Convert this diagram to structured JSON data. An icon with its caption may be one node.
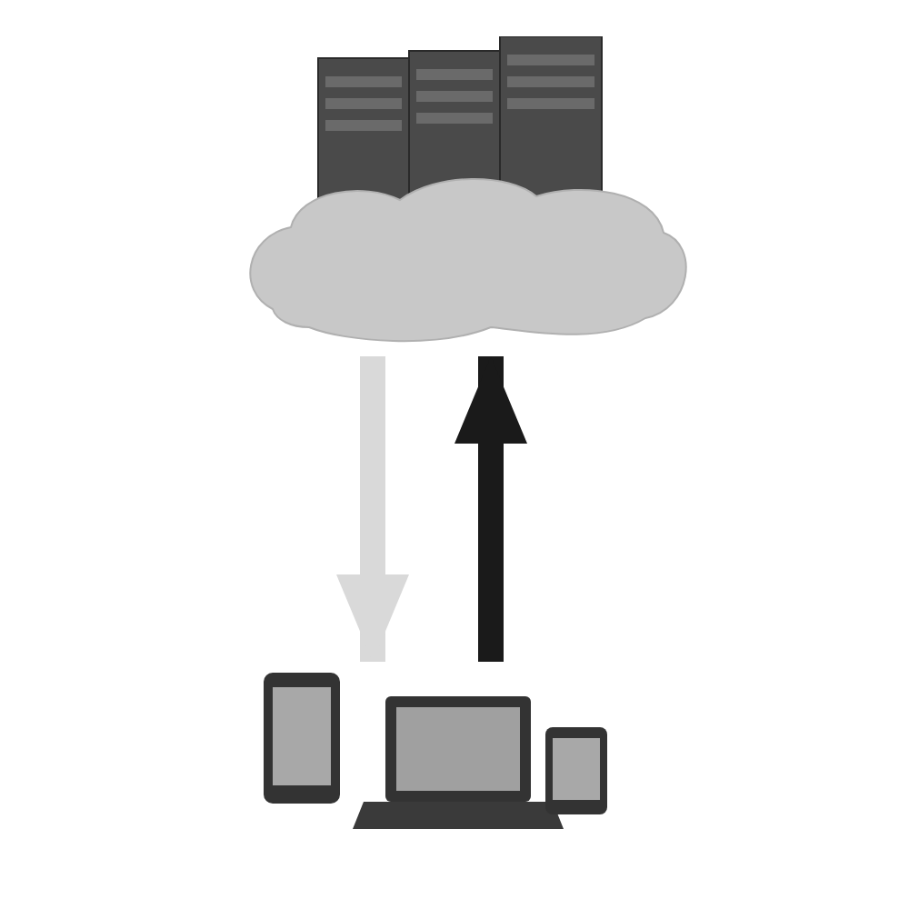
{
  "diagram": {
    "nodes": [
      {
        "text": [],
        "shape": "cloud"
      },
      {
        "text": [],
        "shape": "picture"
      }
    ],
    "edges": [
      {
        "from": 0,
        "to": 1,
        "arrow": "to",
        "color": "#d9d9d9"
      },
      {
        "from": 1,
        "to": 0,
        "arrow": "to",
        "color": "#1a1a1a"
      }
    ]
  }
}
